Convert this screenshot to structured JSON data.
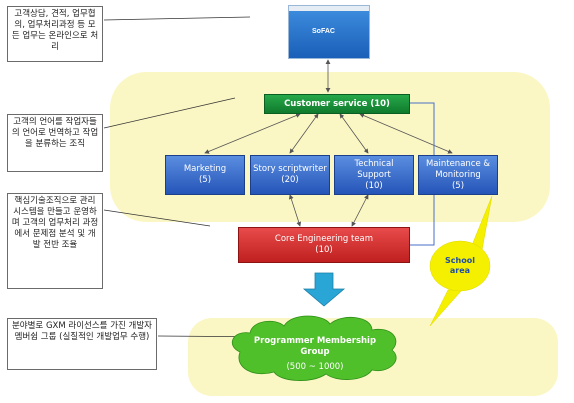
{
  "website": {
    "logo_text": "SoFAC",
    "icon": "website-screenshot-icon"
  },
  "callouts": {
    "online": "고객상담, 견적, 업무협의, 업무처리과정 등 모든 업무는 온라인으로 처리",
    "translate": "고객의 언어를 작업자들의 언어로 번역하고 작업을 분류하는 조직",
    "core": "핵심기술조직으로 관리시스템을 만들고 운영하며 고객의 업무처리 과정에서 문제점 분석 및 개발 전반 조율",
    "gxm": "분야별로 GXM 라이선스를 가진 개발자 멤버쉽 그룹 (실질적인 개발업무 수행)"
  },
  "customer_service": {
    "label": "Customer service  (10)"
  },
  "departments": [
    {
      "name": "Marketing",
      "count": "(5)"
    },
    {
      "name": "Story scriptwriter",
      "count": "(20)"
    },
    {
      "name": "Technical Support",
      "count": "(10)"
    },
    {
      "name": "Maintenance & Monitoring",
      "count": "(5)"
    }
  ],
  "core_team": {
    "name": "Core Engineering team",
    "count": "(10)"
  },
  "school_area": {
    "label": "School area"
  },
  "membership": {
    "name": "Programmer Membership Group",
    "count": "(500 ~ 1000)"
  },
  "colors": {
    "zone": "#fbf7c4",
    "green": "#1a8f3a",
    "blue": "#3a6fd0",
    "red": "#d83030",
    "cloud": "#4fbf2a",
    "school": "#f5f000",
    "arrow": "#2aa6d6"
  }
}
